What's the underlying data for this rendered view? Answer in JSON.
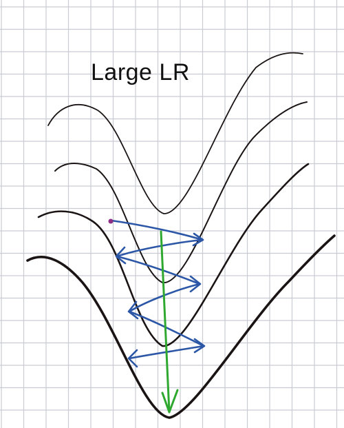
{
  "title": "Large LR",
  "colors": {
    "background": "#ffffff",
    "grid": "#c9cbd3",
    "curve": "#1b1414",
    "zigzag": "#2c56a6",
    "descent_arrow": "#2ea82e",
    "start_dot": "#8e2f86"
  },
  "elements": {
    "curves": [
      "contour-1",
      "contour-2",
      "contour-3",
      "contour-4"
    ],
    "zigzag": "oscillating-updates",
    "arrow": "direct-descent-path",
    "start": "start-point"
  }
}
